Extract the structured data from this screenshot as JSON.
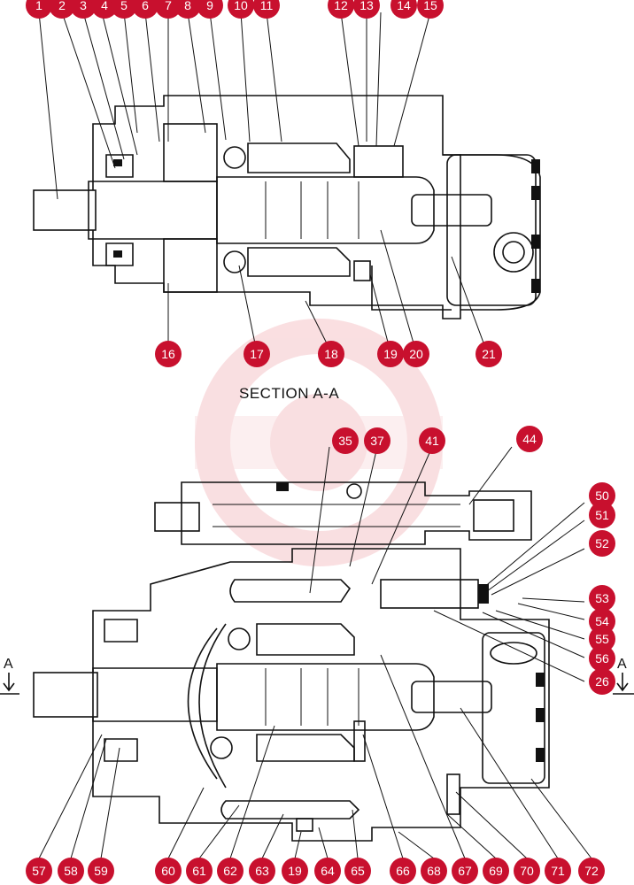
{
  "diagram": {
    "caption": "SECTION  A-A",
    "section_marker": "A",
    "callouts_top": [
      "1",
      "2",
      "3",
      "4",
      "5",
      "6",
      "7",
      "8",
      "9",
      "10",
      "11",
      "12",
      "13",
      "14",
      "15",
      "16",
      "17",
      "18",
      "19",
      "20",
      "21"
    ],
    "callouts_bottom": [
      "35",
      "37",
      "41",
      "44",
      "50",
      "51",
      "52",
      "53",
      "54",
      "55",
      "56",
      "26",
      "57",
      "58",
      "59",
      "60",
      "61",
      "62",
      "63",
      "19",
      "64",
      "65",
      "66",
      "68",
      "67",
      "69",
      "70",
      "71",
      "72"
    ],
    "colors": {
      "callout": "#c8102e",
      "line": "#111111",
      "watermark": "#f3b9bd"
    }
  }
}
